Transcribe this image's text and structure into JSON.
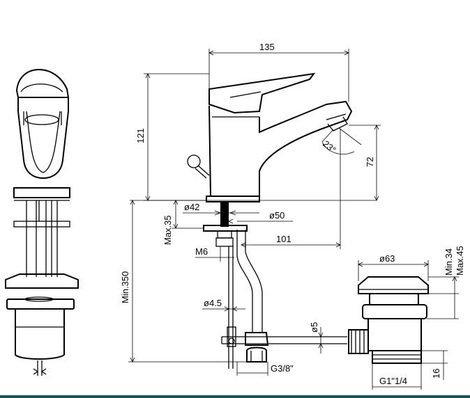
{
  "dimensions": {
    "spout_length": "135",
    "body_height": "121",
    "spout_clearance": "72",
    "spout_angle": "23°",
    "body_diameter": "ø42",
    "base_diameter": "ø50",
    "deck_thickness_max": "Max.35",
    "stud_thread": "M6",
    "spout_reach": "101",
    "hose_length_min": "Min.350",
    "rod_diameter": "ø4.5",
    "pullrod_diameter": "ø5",
    "waste_diameter": "ø63",
    "waste_range_min": "Min.34",
    "waste_range_max": "Max.45",
    "hose_connection": "G3/8\"",
    "waste_thread": "G1\"1/4",
    "waste_thread_length": "16"
  },
  "colors": {
    "line": "#000000",
    "background": "#ffffff",
    "footer_bar": "#17555e"
  }
}
